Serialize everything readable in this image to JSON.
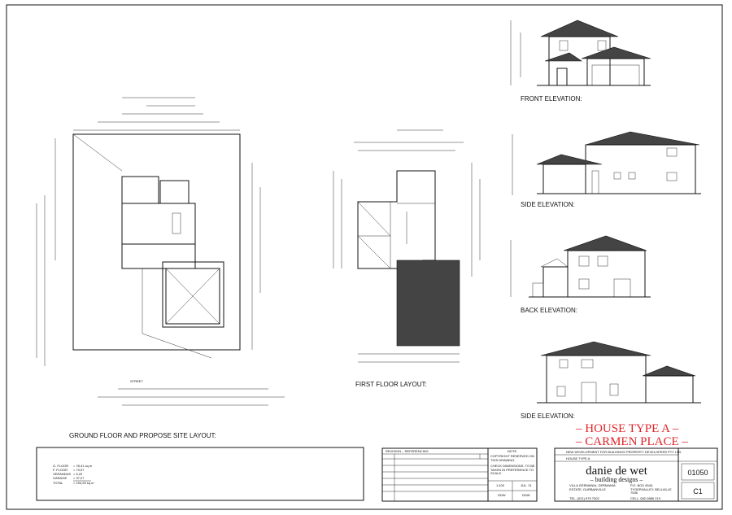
{
  "labels": {
    "ground_floor": "GROUND FLOOR AND PROPOSE SITE LAYOUT:",
    "first_floor": "FIRST FLOOR LAYOUT:",
    "front_elevation": "FRONT ELEVATION:",
    "side_elevation_1": "SIDE ELEVATION:",
    "back_elevation": "BACK ELEVATION:",
    "side_elevation_2": "SIDE ELEVATION:",
    "street": "STREET"
  },
  "title": {
    "line1": "– HOUSE TYPE A –",
    "line2": "– CARMEN PLACE –"
  },
  "areas": {
    "rows": [
      {
        "label": "G. FLOOR",
        "value": "= 78,41 sq m"
      },
      {
        "label": "F. FLOOR",
        "value": "= 73,57"
      },
      {
        "label": "VERANDAS",
        "value": "= 5,20"
      },
      {
        "label": "GARAGE",
        "value": "= 37,07"
      },
      {
        "label": "TOTAL",
        "value": "= 194,25 sq m"
      }
    ]
  },
  "revision": {
    "header": "REVISION – REFERENCING",
    "note_title": "NOTE",
    "note_1": "COPYRIGHT RESERVED ON THIS DRAWING.",
    "note_2": "CHECK DIMENSIONS. TO BE TAKEN IN PREFERENCE TO SCALE.",
    "scale": "1:100",
    "date": "JUL. 21",
    "drawn": "DDW",
    "checked": "DDW"
  },
  "title_block": {
    "project": "NEW DEVELOPMENT FOR BUILDINGS PROPERTY DEVELOPERS PTY LTD.",
    "drawing": "HOUSE TYPE A",
    "firm_name": "danie de wet",
    "firm_sub": "– building designs –",
    "address": "VILLA GERMANIA, GERMANIA ESTATE, DURBANVILLE",
    "po_box": "P.O. BOX 4540, TYGERVALLEY, BELLVILLE 7536",
    "tel": "TEL. (021) 979 7002",
    "cell": "CELL. 082-0886 219",
    "project_no": "01050",
    "drawing_no": "C1"
  }
}
